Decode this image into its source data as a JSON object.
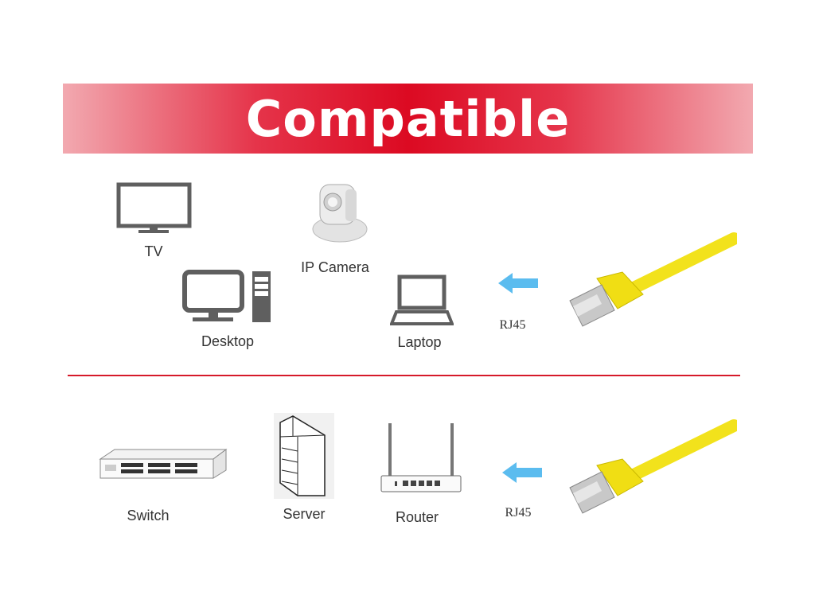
{
  "banner": {
    "title": "Compatible",
    "color": "#dc0a22"
  },
  "top_devices": [
    {
      "label": "TV",
      "icon": "tv-icon"
    },
    {
      "label": "IP Camera",
      "icon": "ip-camera-icon"
    },
    {
      "label": "Desktop",
      "icon": "desktop-icon"
    },
    {
      "label": "Laptop",
      "icon": "laptop-icon"
    }
  ],
  "bottom_devices": [
    {
      "label": "Switch",
      "icon": "switch-icon"
    },
    {
      "label": "Server",
      "icon": "server-icon"
    },
    {
      "label": "Router",
      "icon": "router-icon"
    }
  ],
  "connector": {
    "top_label": "RJ45",
    "bottom_label": "RJ45",
    "arrow_color": "#5bbcef",
    "cable_color": "#f2e21c"
  }
}
